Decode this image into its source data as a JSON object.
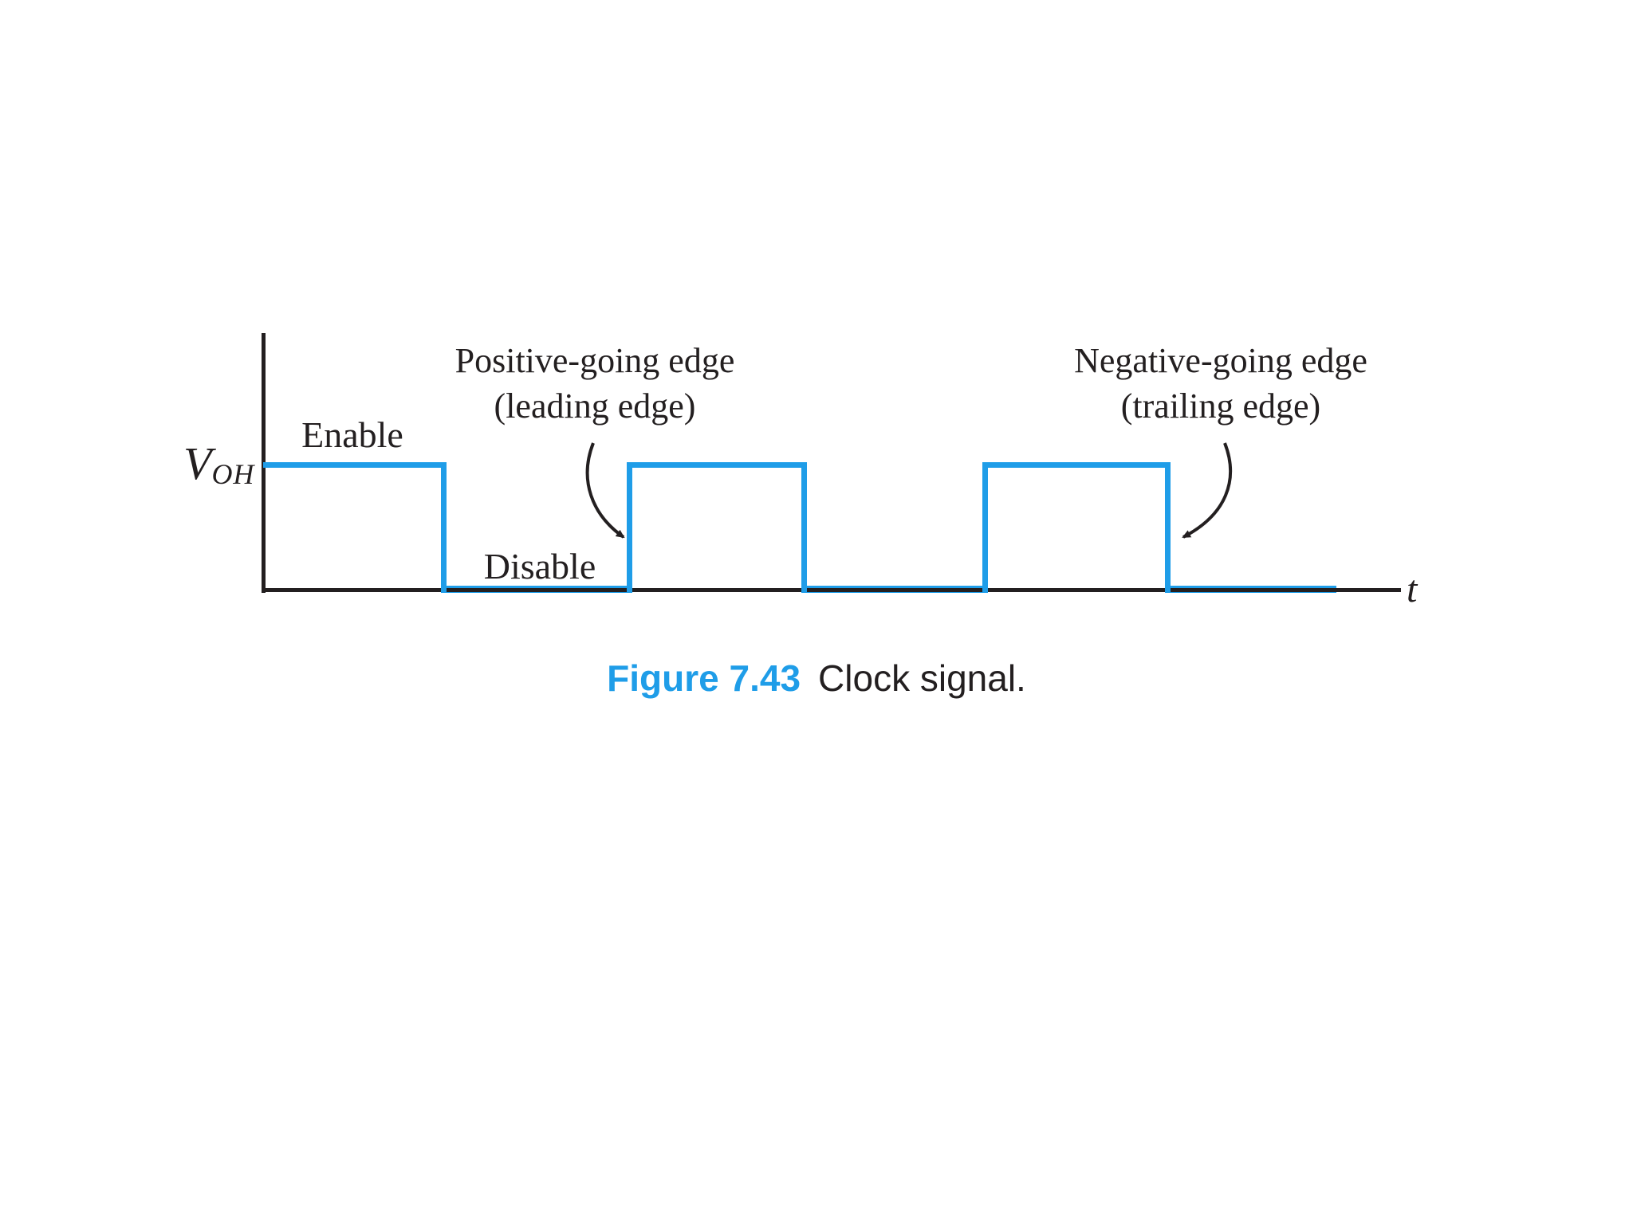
{
  "figure": {
    "caption_label": "Figure 7.43",
    "caption_text": "Clock signal."
  },
  "diagram": {
    "y_axis_label": "V",
    "y_axis_label_subscript": "OH",
    "x_axis_label": "t",
    "labels": {
      "enable": "Enable",
      "disable": "Disable",
      "positive_edge_line1": "Positive-going edge",
      "positive_edge_line2": "(leading edge)",
      "negative_edge_line1": "Negative-going edge",
      "negative_edge_line2": "(trailing edge)"
    },
    "waveform": {
      "type": "clock-square-wave",
      "levels": [
        "high",
        "low",
        "high",
        "low",
        "high",
        "low"
      ],
      "high_level_name": "V_OH",
      "num_pulses_shown": 3,
      "annotated_edges": [
        "positive-going (leading) edge at start of pulse 2",
        "negative-going (trailing) edge at end of pulse 3"
      ]
    },
    "colors": {
      "waveform_blue": "#1f9de8",
      "axis_black": "#231f20",
      "caption_accent_blue": "#1f9de8",
      "text_black": "#231f20",
      "background": "#ffffff"
    }
  }
}
